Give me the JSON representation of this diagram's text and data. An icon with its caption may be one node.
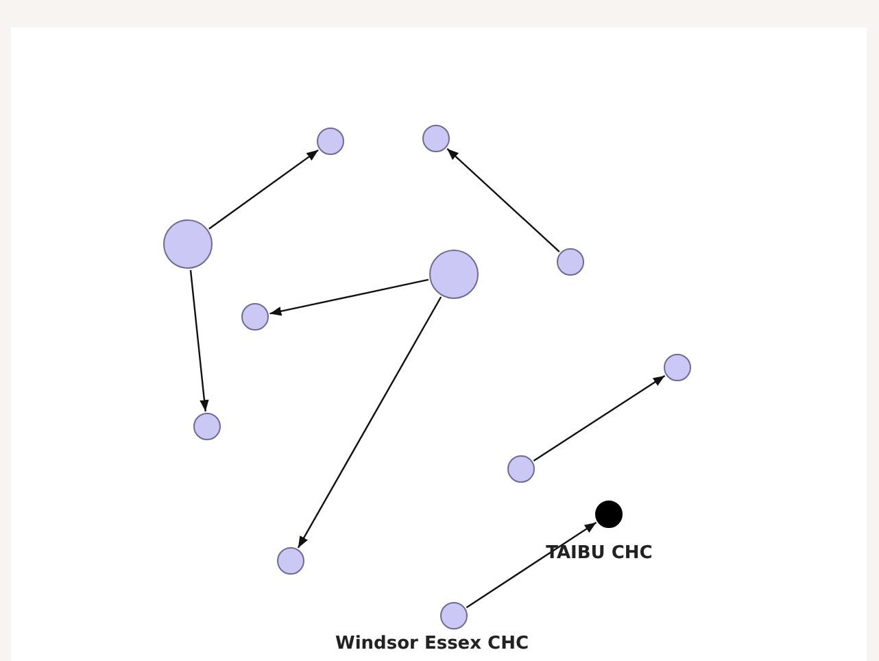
{
  "diagram": {
    "nodes": [
      {
        "text": [],
        "shape": "circle"
      },
      {
        "text": [],
        "shape": "circle"
      },
      {
        "text": [],
        "shape": "circle"
      },
      {
        "text": [],
        "shape": "circle"
      },
      {
        "text": [],
        "shape": "circle"
      },
      {
        "text": [],
        "shape": "circle"
      },
      {
        "text": [],
        "shape": "circle"
      },
      {
        "text": [],
        "shape": "circle"
      },
      {
        "text": [],
        "shape": "circle"
      },
      {
        "text": [],
        "shape": "circle",
        "beside": [
          "TAIBU CHC"
        ]
      },
      {
        "text": [],
        "shape": "circle"
      },
      {
        "text": [],
        "shape": "circle",
        "beside": [
          "Windsor Essex CHC"
        ]
      }
    ],
    "edges": [
      {
        "from": 2,
        "to": 0,
        "arrow": "to"
      },
      {
        "from": 4,
        "to": 1,
        "arrow": "to"
      },
      {
        "from": 3,
        "to": 5,
        "arrow": "to"
      },
      {
        "from": 2,
        "to": 7,
        "arrow": "to"
      },
      {
        "from": 3,
        "to": 10,
        "arrow": "to"
      },
      {
        "from": 8,
        "to": 6,
        "arrow": "to"
      },
      {
        "from": 11,
        "to": 9,
        "arrow": "to"
      }
    ]
  }
}
